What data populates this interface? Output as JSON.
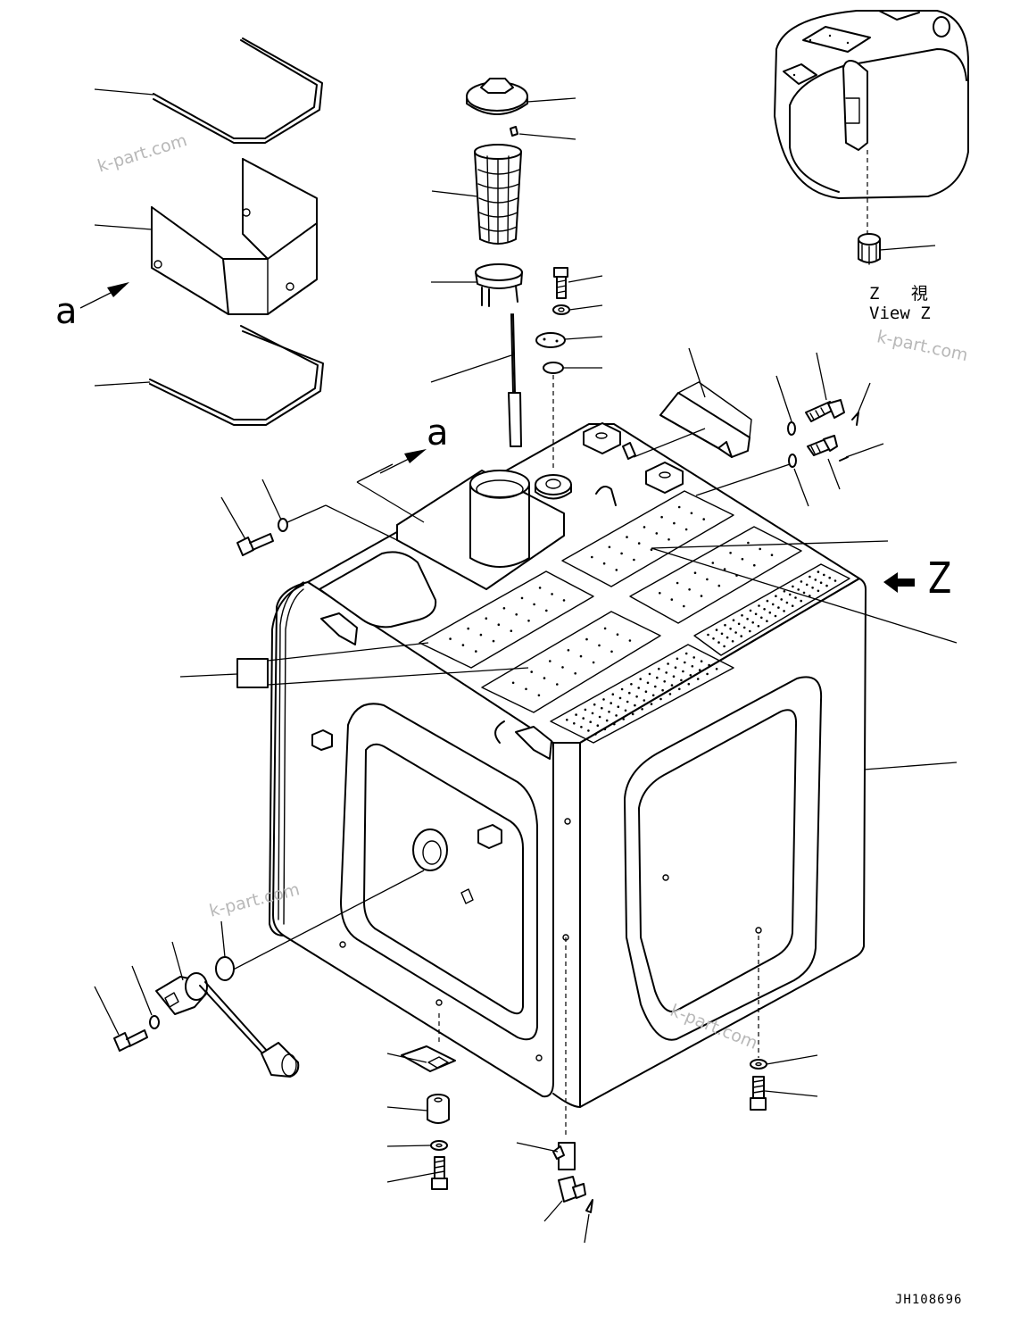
{
  "diagram": {
    "view_arrow_letter": "a",
    "view_letter": "Z",
    "view_caption_kanji": "Z 視",
    "view_caption_english": "View Z",
    "drawing_number": "JH108696"
  },
  "watermarks": [
    "k-part.com",
    "k-part.com",
    "k-part.com",
    "k-part.com"
  ]
}
